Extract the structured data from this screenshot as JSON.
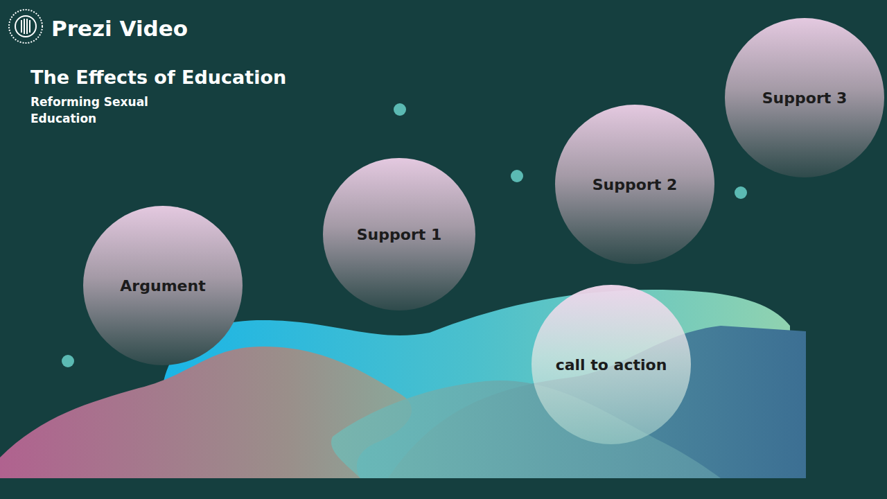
{
  "diagram": {
    "title": "The Effects of Education",
    "nodes": [
      {
        "text": [
          "Argument"
        ]
      },
      {
        "text": [
          "Support 1"
        ]
      },
      {
        "text": [
          "Support 2"
        ]
      },
      {
        "text": [
          "Support 3"
        ]
      },
      {
        "text": [
          "call to action"
        ]
      }
    ],
    "labels": [
      "Prezi Video",
      "Reforming Sexual Education"
    ]
  }
}
